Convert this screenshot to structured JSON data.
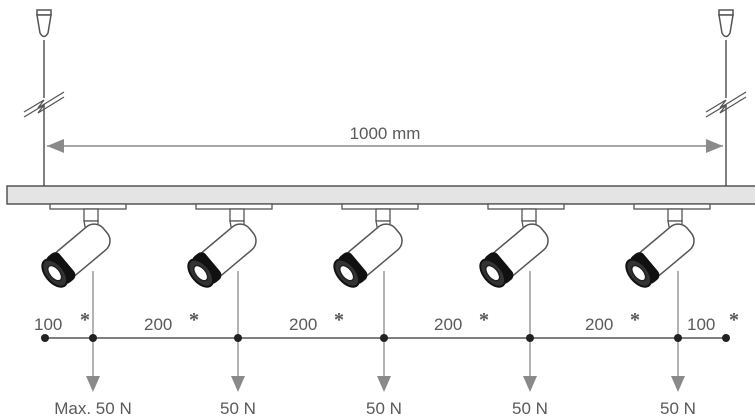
{
  "dimension": {
    "label": "1000 mm"
  },
  "spacings": [
    {
      "value": "100",
      "mark": "*"
    },
    {
      "value": "200",
      "mark": "*"
    },
    {
      "value": "200",
      "mark": "*"
    },
    {
      "value": "200",
      "mark": "*"
    },
    {
      "value": "200",
      "mark": "*"
    },
    {
      "value": "100",
      "mark": "*"
    }
  ],
  "loads": [
    "Max. 50 N",
    "50 N",
    "50 N",
    "50 N",
    "50 N"
  ],
  "spotlight_count": 5,
  "colors": {
    "line": "#555555",
    "track": "#e4e4e4",
    "arrow": "#8a8a8a",
    "spot_body": "#ffffff",
    "spot_ring": "#111111"
  }
}
